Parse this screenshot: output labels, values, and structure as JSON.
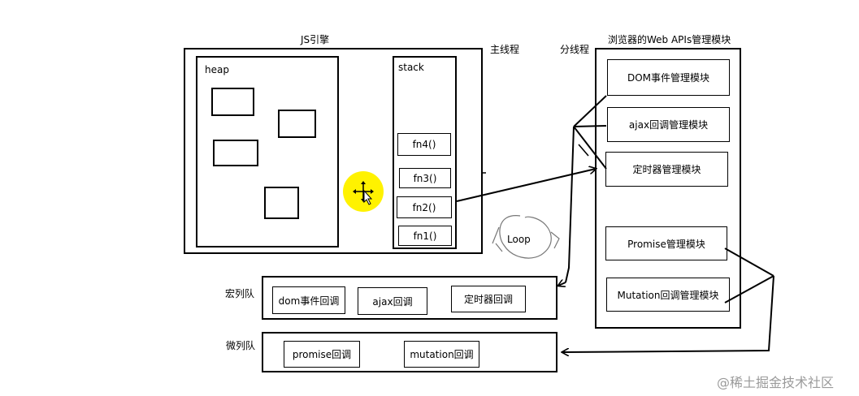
{
  "engine": {
    "title": "JS引擎",
    "heap_label": "heap",
    "stack_label": "stack",
    "stack_frames": [
      "fn4()",
      "fn3()",
      "fn2()",
      "fn1()"
    ]
  },
  "main_thread_label": "主线程",
  "worker_thread_label": "分线程",
  "browser_apis": {
    "title": "浏览器的Web APIs管理模块",
    "modules": [
      "DOM事件管理模块",
      "ajax回调管理模块",
      "定时器管理模块",
      "Promise管理模块",
      "Mutation回调管理模块"
    ]
  },
  "loop_label": "Loop",
  "macro_queue": {
    "label": "宏列队",
    "items": [
      "dom事件回调",
      "ajax回调",
      "定时器回调"
    ]
  },
  "micro_queue": {
    "label": "微列队",
    "items": [
      "promise回调",
      "mutation回调"
    ]
  },
  "watermark": "@稀土掘金技术社区",
  "colors": {
    "stroke": "#000000",
    "cursor_highlight": "#fff200",
    "watermark": "#9a9a9a"
  },
  "icons": [
    "move-cursor-icon"
  ]
}
